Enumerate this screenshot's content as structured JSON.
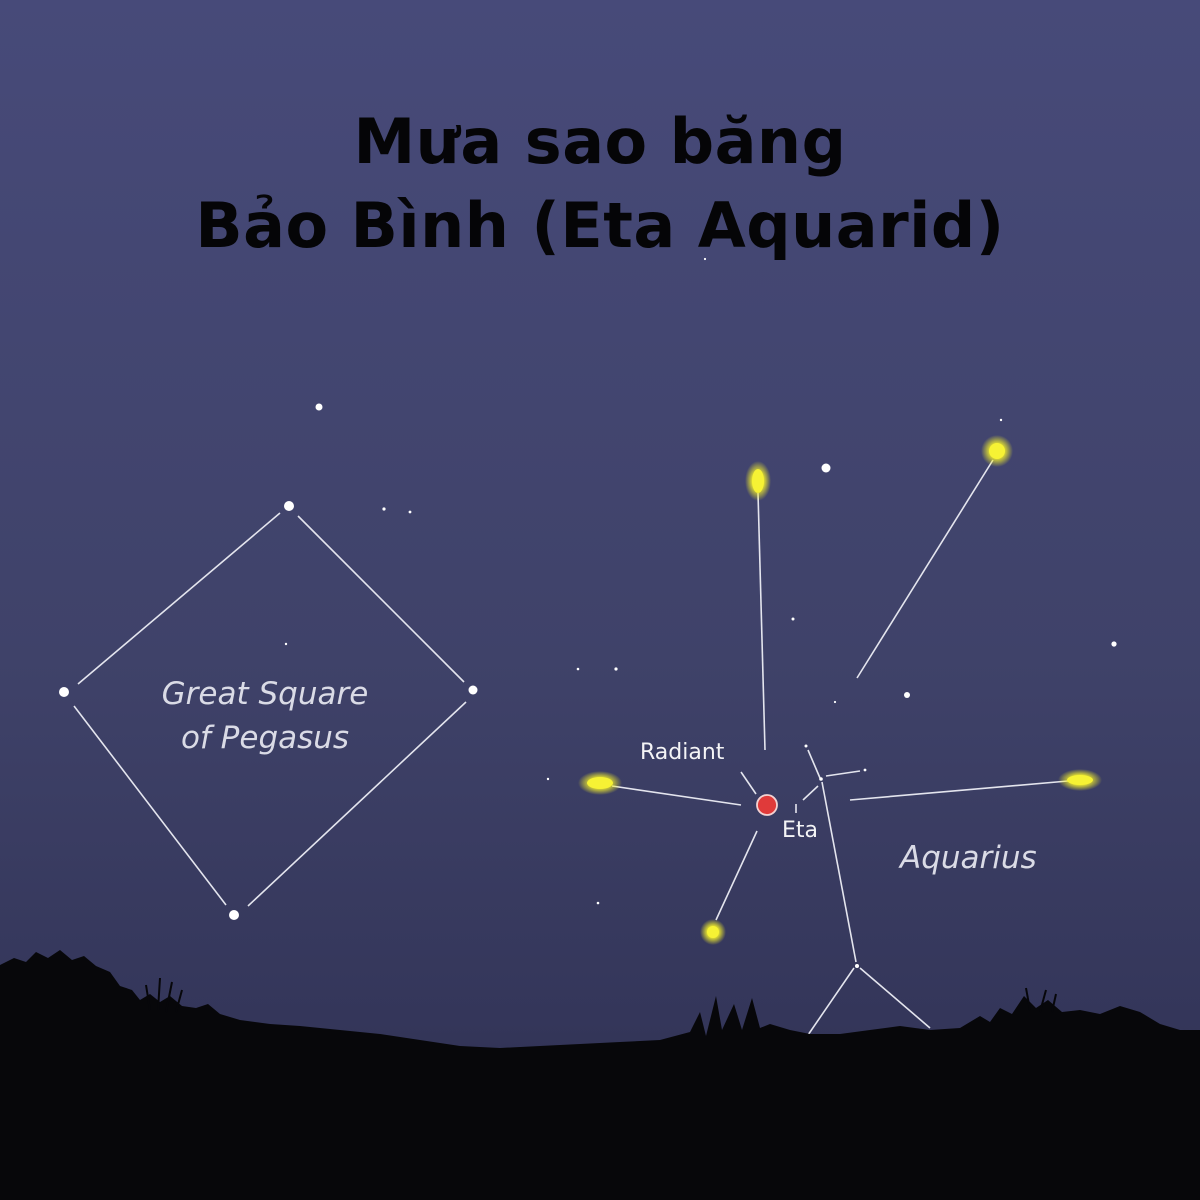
{
  "title": {
    "line1": "Mưa sao băng",
    "line2": "Bảo Bình (Eta Aquarid)"
  },
  "labels": {
    "pegasus_line1": "Great Square",
    "pegasus_line2": "of Pegasus",
    "radiant": "Radiant",
    "eta": "Eta",
    "aquarius": "Aquarius"
  },
  "colors": {
    "sky_top": "#474a79",
    "sky_mid": "#3f4269",
    "sky_horizon": "#34365a",
    "title_text": "#050507",
    "constellation_line": "#e4e5ee",
    "meteor": "#f6f234",
    "radiant_marker": "#e03a3a",
    "foreground": "#07070a"
  }
}
